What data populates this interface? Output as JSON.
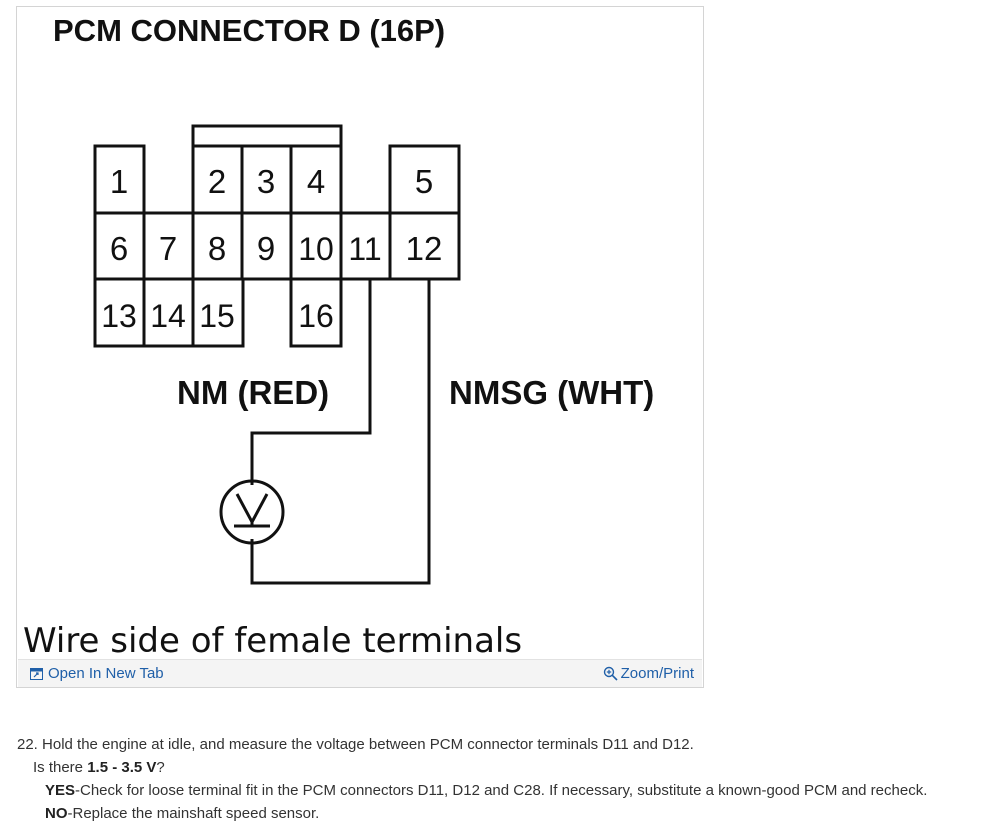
{
  "figure": {
    "title": "PCM CONNECTOR D (16P)",
    "terminals": [
      "1",
      "2",
      "3",
      "4",
      "5",
      "6",
      "7",
      "8",
      "9",
      "10",
      "11",
      "12",
      "13",
      "14",
      "15",
      "16"
    ],
    "wire_labels": {
      "nm": "NM (RED)",
      "nmsg": "NMSG (WHT)"
    },
    "caption": "Wire side of female terminals",
    "open_tab_label": "Open In New Tab",
    "zoom_label": "Zoom/Print"
  },
  "step": {
    "line1": "22. Hold the engine at idle, and measure the voltage between PCM connector terminals D11 and D12.",
    "question_prefix": "Is there ",
    "question_value": "1.5 - 3.5 V",
    "question_suffix": "?",
    "yes_label": "YES",
    "yes_text": "-Check for loose terminal fit in the PCM connectors D11, D12 and C28. If necessary, substitute a known-good PCM and recheck.",
    "no_label": "NO",
    "no_text": "-Replace the mainshaft speed sensor."
  },
  "colors": {
    "link": "#1f5fa8",
    "frame_border": "#d4d4d4",
    "footer_bg": "#f4f4f4"
  }
}
